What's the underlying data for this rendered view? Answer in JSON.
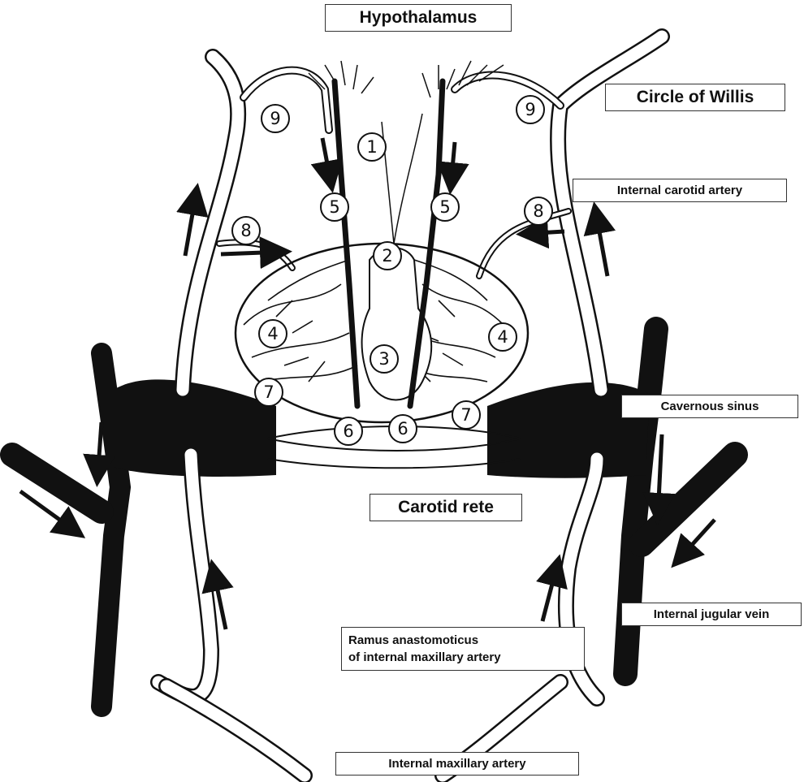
{
  "labels": {
    "hypothalamus": "Hypothalamus",
    "circle_of_willis": "Circle of Willis",
    "internal_carotid_artery": "Internal carotid artery",
    "cavernous_sinus": "Cavernous  sinus",
    "carotid_rete": "Carotid rete",
    "internal_jugular_vein": "Internal jugular vein",
    "ramus_line1": "Ramus anastomoticus",
    "ramus_line2": "of internal maxillary artery",
    "internal_maxillary_artery": "Internal maxillary artery"
  },
  "markers": {
    "m1": "1",
    "m2": "2",
    "m3": "3",
    "m4a": "4",
    "m4b": "4",
    "m5a": "5",
    "m5b": "5",
    "m6a": "6",
    "m6b": "6",
    "m7a": "7",
    "m7b": "7",
    "m8a": "8",
    "m8b": "8",
    "m9a": "9",
    "m9b": "9"
  },
  "colors": {
    "line": "#111111",
    "background": "#ffffff"
  }
}
